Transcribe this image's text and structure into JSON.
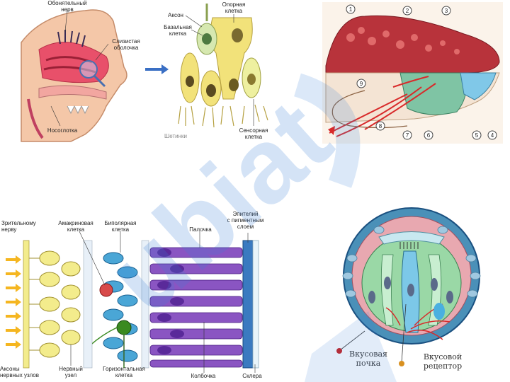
{
  "nose_diagram": {
    "labels": {
      "olfactory_nerve": "Обонятельный\nнерв",
      "mucosa": "Слизистая\nоболочка",
      "nasopharynx": "Носоглотка",
      "axon": "Аксон",
      "supporting_cell": "Опорная\nклетка",
      "basal_cell": "Базальная\nклетка",
      "cilia": "Шетинки",
      "sensory_cell": "Сенсорная\nклетка"
    },
    "colors": {
      "mucosa": "#e8506a",
      "cell": "#f2e27a",
      "arrow": "#3a6fc4"
    }
  },
  "tongue_diagram": {
    "markers": [
      "1",
      "2",
      "3",
      "4",
      "5",
      "6",
      "7",
      "8",
      "9"
    ],
    "colors": {
      "tongue": "#b8333b",
      "nerve": "#d82a2a",
      "cells": "#7fc4a4"
    }
  },
  "retina_diagram": {
    "labels": {
      "to_optic_nerve": "Зрительному\nнерву",
      "amacrine_cell": "Амакриновая\nклетка",
      "bipolar_cell": "Биполярная\nклетка",
      "rod": "Палочка",
      "pigment_epithelium": "Эпителий\nс пигментным\nслоем",
      "nerve_node_axons": "Аксоны\nнервных узлов",
      "nerve_node": "Нервный\nузел",
      "horizontal_cell": "Горизонтальная\nклетка",
      "cone": "Колбочка",
      "sclera": "Склера"
    },
    "colors": {
      "ganglion": "#f3ec8c",
      "bipolar": "#4aa6d6",
      "receptor": "#8a55c2",
      "light_arrows": "#f5b620"
    }
  },
  "taste_bud_diagram": {
    "labels": {
      "taste_bud": "Вкусовая\nпочка",
      "taste_receptor": "Вкусовой\nрецептор"
    },
    "colors": {
      "outer": "#4a90b8",
      "inner": "#9ad8a6",
      "cell": "#f0a0a8"
    }
  },
  "watermark": {
    "text": "ubiat"
  }
}
